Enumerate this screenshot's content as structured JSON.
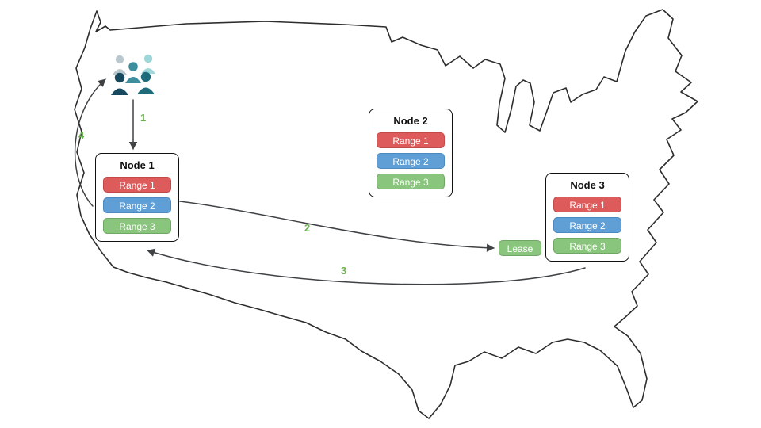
{
  "colors": {
    "red": "#dd5b5b",
    "red_border": "#c44a4a",
    "blue": "#5f9fd6",
    "blue_border": "#4b89c0",
    "green": "#8ac57d",
    "green_border": "#6ea863",
    "step": "#6ab150",
    "arrow": "#3f4245",
    "outline": "#2d2d2d",
    "people_gray": "#b9c8cd",
    "people_light": "#9fd6d9",
    "people_mid": "#3d8fa0",
    "people_dark_navy": "#174a5e",
    "people_dark_teal": "#1e6b7a"
  },
  "icons": {
    "users": "users-icon"
  },
  "nodes": [
    {
      "title": "Node 1",
      "ranges": [
        "Range 1",
        "Range 2",
        "Range 3"
      ]
    },
    {
      "title": "Node 2",
      "ranges": [
        "Range 1",
        "Range 2",
        "Range 3"
      ]
    },
    {
      "title": "Node 3",
      "ranges": [
        "Range 1",
        "Range 2",
        "Range 3"
      ]
    }
  ],
  "lease_label": "Lease",
  "steps": [
    "1",
    "2",
    "3",
    "4"
  ]
}
